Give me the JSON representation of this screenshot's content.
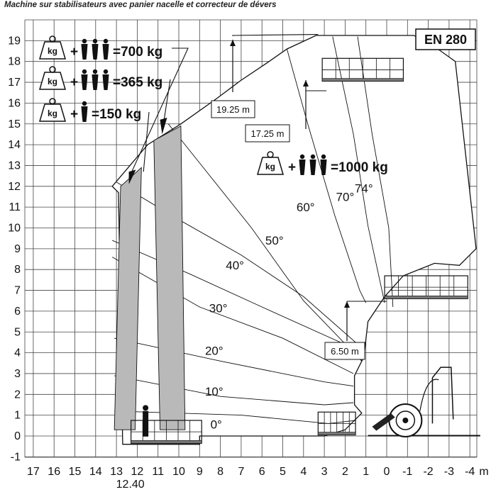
{
  "title": "Machine sur stabilisateurs avec panier nacelle et correcteur de dévers",
  "standard": "EN 280",
  "chart_data": {
    "type": "diagram",
    "x_ticks": [
      "17",
      "16",
      "15",
      "14",
      "13",
      "12",
      "11",
      "10",
      "9",
      "8",
      "7",
      "6",
      "5",
      "4",
      "3",
      "2",
      "1",
      "0",
      "-1",
      "-2",
      "-3",
      "-4"
    ],
    "x_unit": "m",
    "x_extra_label": "12.40",
    "y_ticks": [
      "-1",
      "0",
      "1",
      "2",
      "3",
      "4",
      "5",
      "6",
      "7",
      "8",
      "9",
      "10",
      "11",
      "12",
      "13",
      "14",
      "15",
      "16",
      "17",
      "18",
      "19"
    ],
    "boom_angles": [
      "0°",
      "10°",
      "20°",
      "30°",
      "40°",
      "50°",
      "60°",
      "70°",
      "74°"
    ],
    "height_markers": [
      "19.25 m",
      "17.25 m",
      "6.50 m"
    ],
    "load_zones": [
      {
        "weight_icon": "kg",
        "persons": 3,
        "label": "=700 kg"
      },
      {
        "weight_icon": "kg",
        "persons": 3,
        "label": "=365 kg"
      },
      {
        "weight_icon": "kg",
        "persons": 1,
        "label": "=150 kg"
      },
      {
        "weight_icon": "kg",
        "persons": 3,
        "label": "=1000 kg"
      }
    ]
  }
}
